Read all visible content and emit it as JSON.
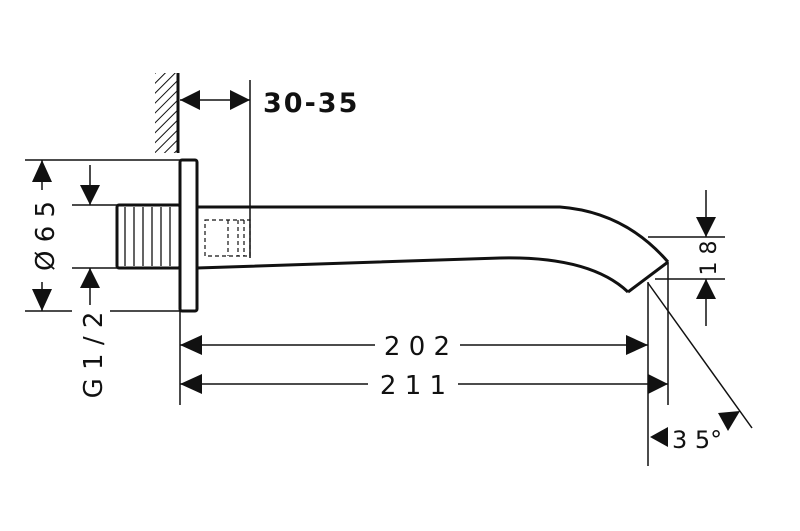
{
  "dimensions": {
    "wall_distance": "30-35",
    "rosette_diameter": "Ø 6 5",
    "thread": "G 1 / 2",
    "length_outlet": "2 0 2",
    "length_total": "2 1 1",
    "outlet_height": "1 8",
    "angle": "3 5°"
  },
  "colors": {
    "line": "#111111",
    "background": "#ffffff"
  }
}
